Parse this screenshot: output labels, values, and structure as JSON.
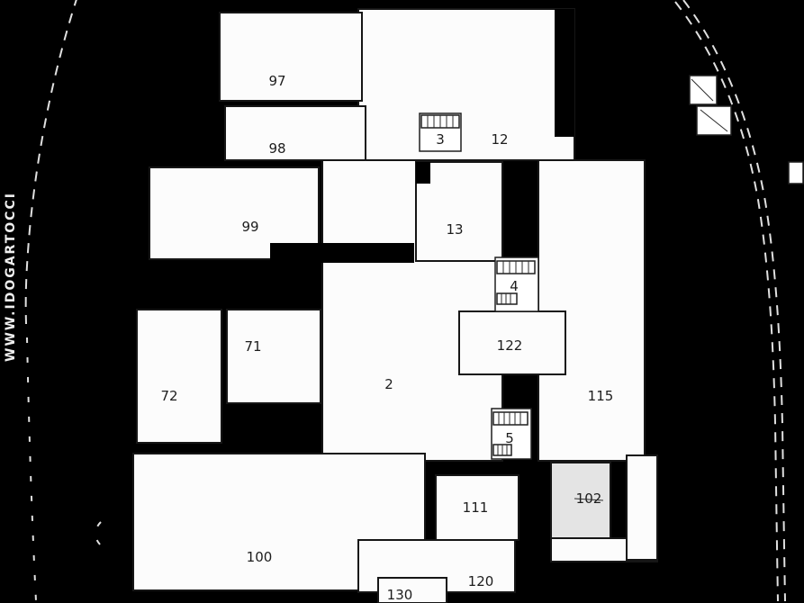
{
  "watermark": "WWW.IDOGARTOCCI",
  "colors": {
    "background": "#000000",
    "room_fill": "#fcfcfc",
    "line": "#161616",
    "label": "#1d1d1d",
    "boundary_dash": "#e0e0e0"
  },
  "rooms": {
    "r97": {
      "label": "97"
    },
    "r98": {
      "label": "98"
    },
    "r99": {
      "label": "99"
    },
    "r71": {
      "label": "71"
    },
    "r72": {
      "label": "72"
    },
    "r2": {
      "label": "2"
    },
    "r12": {
      "label": "12"
    },
    "r13": {
      "label": "13"
    },
    "r3": {
      "label": "3"
    },
    "r4": {
      "label": "4"
    },
    "r5": {
      "label": "5"
    },
    "r122": {
      "label": "122"
    },
    "r115": {
      "label": "115"
    },
    "r111": {
      "label": "111"
    },
    "r102": {
      "label": "102"
    },
    "r100": {
      "label": "100"
    },
    "r120": {
      "label": "120"
    },
    "r130": {
      "label": "130"
    }
  }
}
